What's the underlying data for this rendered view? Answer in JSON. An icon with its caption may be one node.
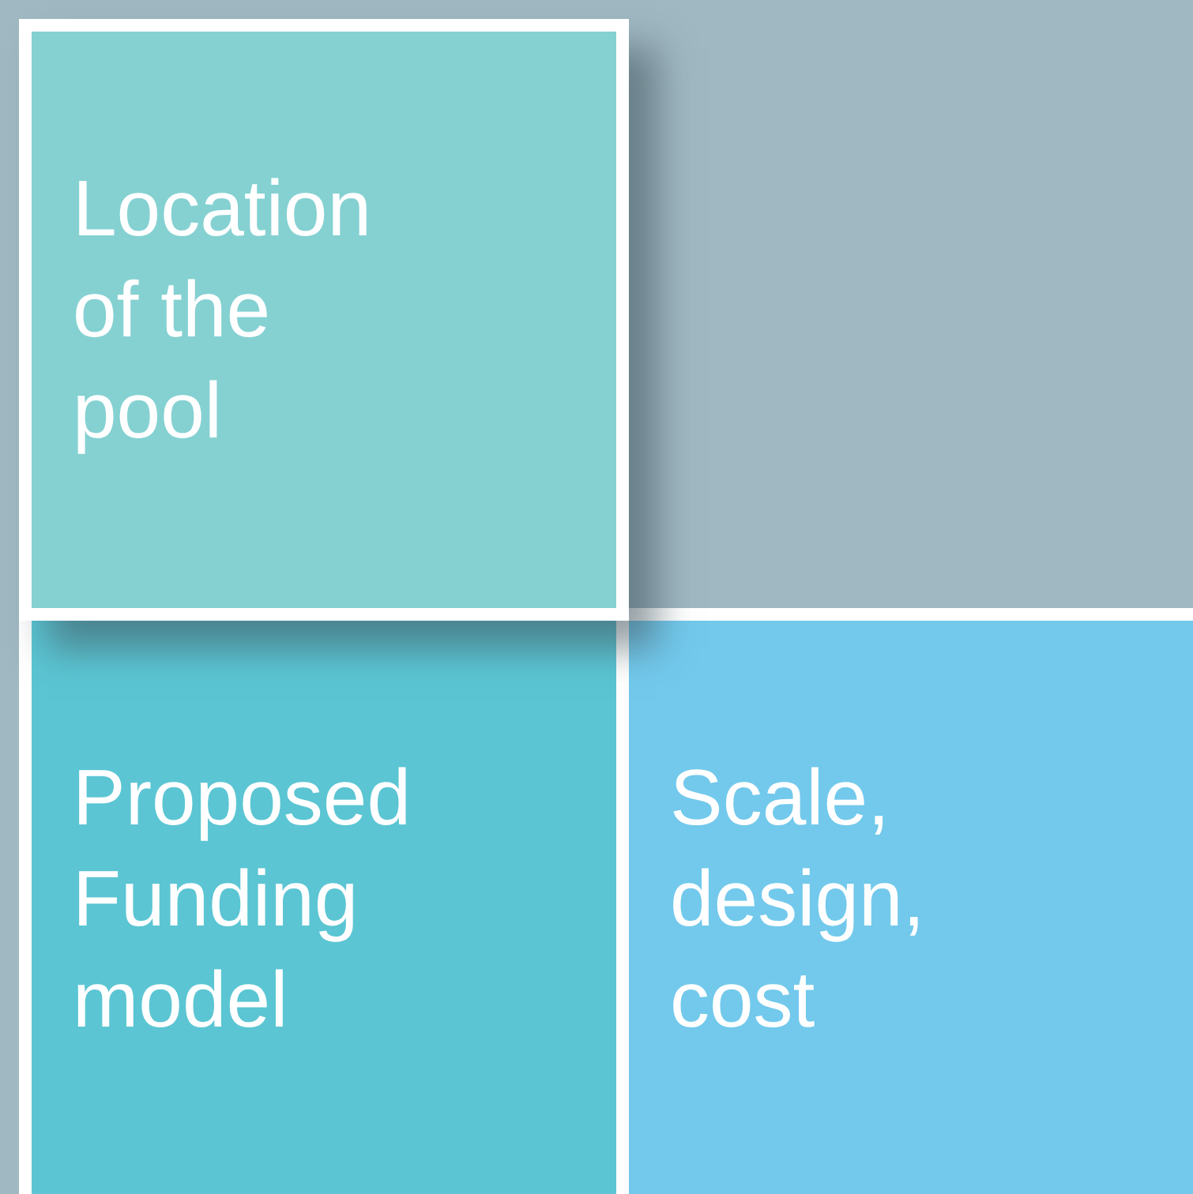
{
  "diagram": {
    "nodes": [
      {
        "text": [
          "Location of the pool"
        ]
      },
      {
        "text": [
          "Proposed Funding model"
        ]
      },
      {
        "text": [
          "Scale, design, cost"
        ]
      }
    ]
  }
}
